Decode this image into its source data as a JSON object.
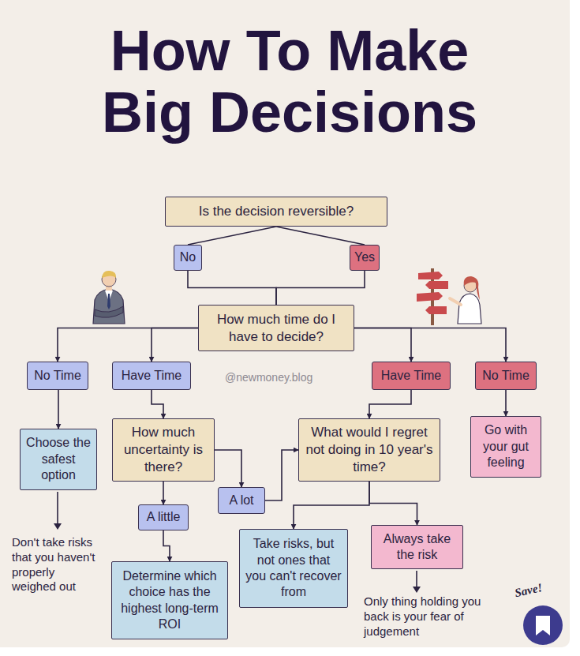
{
  "diagram": {
    "title": "How To Make Big Decisions",
    "nodes": [
      {
        "text": [
          "Is the decision reversible?"
        ]
      },
      {
        "text": [
          "No"
        ]
      },
      {
        "text": [
          "Yes"
        ]
      },
      {
        "text": [
          "How much time do I have to decide?"
        ]
      },
      {
        "text": [
          "No Time"
        ]
      },
      {
        "text": [
          "Have Time"
        ]
      },
      {
        "text": [
          "Have Time"
        ]
      },
      {
        "text": [
          "No Time"
        ]
      },
      {
        "text": [
          "Choose the safest option"
        ]
      },
      {
        "text": [
          "How much uncertainty is there?"
        ]
      },
      {
        "text": [
          "What would I regret not doing in 10 year's time?"
        ]
      },
      {
        "text": [
          "Go with your gut feeling"
        ]
      },
      {
        "text": [
          "A lot"
        ]
      },
      {
        "text": [
          "A little"
        ]
      },
      {
        "text": [
          "Take risks, but not ones that you can't recover from"
        ]
      },
      {
        "text": [
          "Always take the risk"
        ]
      },
      {
        "text": [
          "Determine which choice has the highest long-term ROI"
        ]
      }
    ],
    "edges": [
      {
        "from": 0,
        "to": 1,
        "arrow": "none"
      },
      {
        "from": 0,
        "to": 2,
        "arrow": "none"
      },
      {
        "from": 1,
        "to": 3,
        "arrow": "none"
      },
      {
        "from": 2,
        "to": 3,
        "arrow": "none"
      },
      {
        "from": 3,
        "to": 4,
        "arrow": "to"
      },
      {
        "from": 3,
        "to": 5,
        "arrow": "to"
      },
      {
        "from": 3,
        "to": 6,
        "arrow": "to"
      },
      {
        "from": 3,
        "to": 7,
        "arrow": "to"
      },
      {
        "from": 4,
        "to": 8,
        "arrow": "to"
      },
      {
        "from": 5,
        "to": 9,
        "arrow": "to"
      },
      {
        "from": 6,
        "to": 10,
        "arrow": "to"
      },
      {
        "from": 7,
        "to": 11,
        "arrow": "to"
      },
      {
        "from": 9,
        "to": 12,
        "arrow": "to"
      },
      {
        "from": 9,
        "to": 13,
        "arrow": "to"
      },
      {
        "from": 12,
        "to": 10,
        "arrow": "to"
      },
      {
        "from": 13,
        "to": 16,
        "arrow": "to"
      },
      {
        "from": 10,
        "to": 14,
        "arrow": "to"
      },
      {
        "from": 10,
        "to": 15,
        "arrow": "to"
      }
    ],
    "labels": [
      "Don't take risks that you haven't properly weighed out",
      "Only thing holding you back is your fear of judgement",
      "@newmoney.blog",
      "Save!"
    ]
  }
}
